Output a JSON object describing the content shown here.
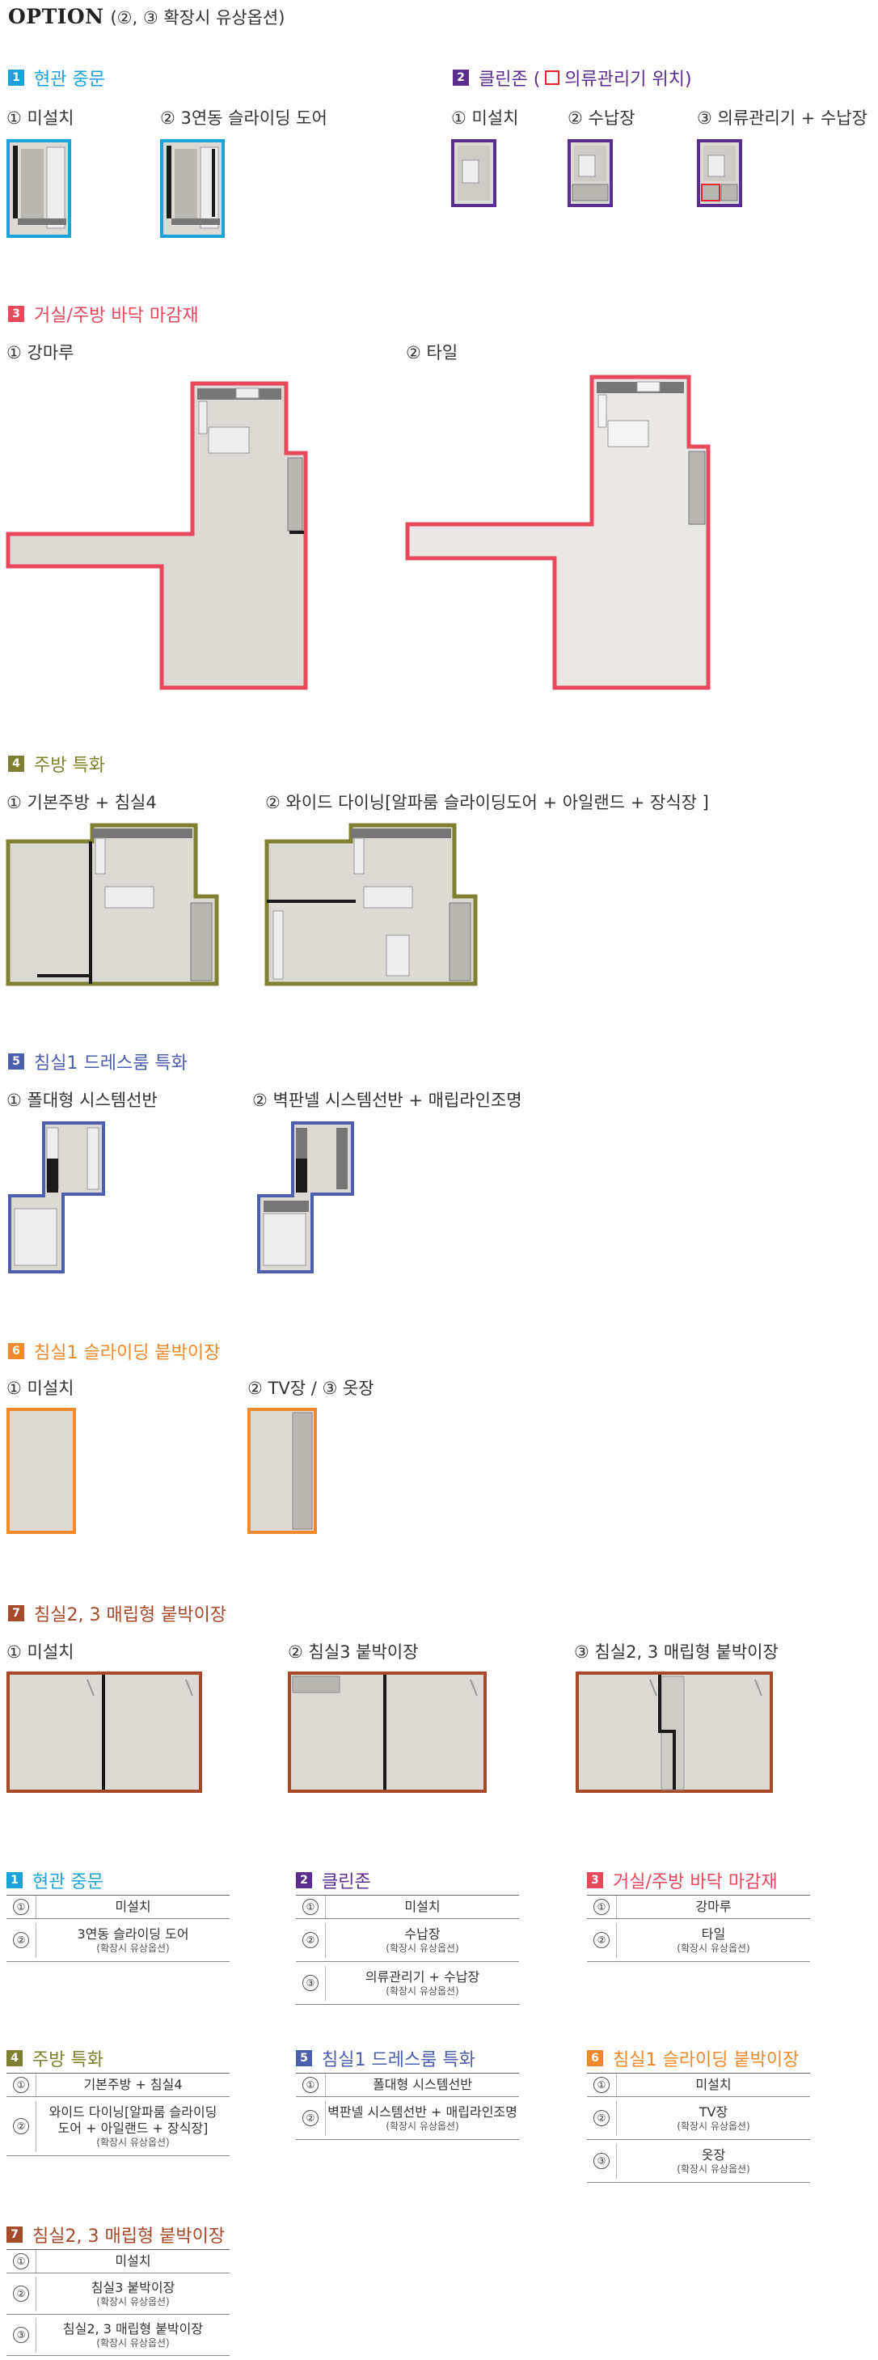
{
  "page": {
    "title_main": "OPTION",
    "title_sub": "(②, ③ 확장시 유상옵션)"
  },
  "colors": {
    "s1": "#1aa3d9",
    "s2": "#5b2d8e",
    "s3": "#e8485c",
    "s4": "#7f8132",
    "s5": "#4b5fad",
    "s6": "#f0892a",
    "s7": "#a54a2a",
    "floor": "#dddad6",
    "counter": "#eeeeee",
    "dark": "#1a1a1a",
    "panel": "#b9b7b2"
  },
  "sections": {
    "s1": {
      "num": "1",
      "title": "현관 중문",
      "opts": [
        "① 미설치",
        "② 3연동 슬라이딩 도어"
      ]
    },
    "s2": {
      "num": "2",
      "title_a": "클린존 (",
      "title_b": "의류관리기 위치)",
      "opts": [
        "① 미설치",
        "② 수납장",
        "③ 의류관리기 + 수납장"
      ]
    },
    "s3": {
      "num": "3",
      "title": "거실/주방 바닥 마감재",
      "opts": [
        "① 강마루",
        "② 타일"
      ]
    },
    "s4": {
      "num": "4",
      "title": "주방 특화",
      "opts": [
        "① 기본주방 + 침실4",
        "② 와이드 다이닝[알파룸 슬라이딩도어 + 아일랜드 + 장식장 ]"
      ]
    },
    "s5": {
      "num": "5",
      "title": "침실1 드레스룸 특화",
      "opts": [
        "① 폴대형 시스템선반",
        "② 벽판넬 시스템선반 + 매립라인조명"
      ]
    },
    "s6": {
      "num": "6",
      "title": "침실1 슬라이딩 붙박이장",
      "opts": [
        "① 미설치",
        "② TV장 / ③ 옷장"
      ]
    },
    "s7": {
      "num": "7",
      "title": "침실2, 3 매립형 붙박이장",
      "opts": [
        "① 미설치",
        "② 침실3 붙박이장",
        "③ 침실2, 3 매립형 붙박이장"
      ]
    }
  },
  "tables": {
    "t1": {
      "num": "1",
      "title": "현관 중문",
      "rows": [
        {
          "idx": "①",
          "val": "미설치",
          "note": ""
        },
        {
          "idx": "②",
          "val": "3연동 슬라이딩 도어",
          "note": "(확장시 유상옵션)"
        }
      ]
    },
    "t2": {
      "num": "2",
      "title": "클린존",
      "rows": [
        {
          "idx": "①",
          "val": "미설치",
          "note": ""
        },
        {
          "idx": "②",
          "val": "수납장",
          "note": "(확장시 유상옵션)"
        },
        {
          "idx": "③",
          "val": "의류관리기 + 수납장",
          "note": "(확장시 유상옵션)"
        }
      ]
    },
    "t3": {
      "num": "3",
      "title": "거실/주방 바닥 마감재",
      "rows": [
        {
          "idx": "①",
          "val": "강마루",
          "note": ""
        },
        {
          "idx": "②",
          "val": "타일",
          "note": "(확장시 유상옵션)"
        }
      ]
    },
    "t4": {
      "num": "4",
      "title": "주방 특화",
      "rows": [
        {
          "idx": "①",
          "val": "기본주방 + 침실4",
          "note": ""
        },
        {
          "idx": "②",
          "val": "와이드 다이닝[알파룸 슬라이딩",
          "val2": "도어 + 아일랜드 + 장식장]",
          "note": "(확장시 유상옵션)"
        }
      ]
    },
    "t5": {
      "num": "5",
      "title": "침실1 드레스룸 특화",
      "rows": [
        {
          "idx": "①",
          "val": "폴대형 시스템선반",
          "note": ""
        },
        {
          "idx": "②",
          "val": "벽판넬 시스템선반 + 매립라인조명",
          "note": "(확장시 유상옵션)"
        }
      ]
    },
    "t6": {
      "num": "6",
      "title": "침실1 슬라이딩 붙박이장",
      "rows": [
        {
          "idx": "①",
          "val": "미설치",
          "note": ""
        },
        {
          "idx": "②",
          "val": "TV장",
          "note": "(확장시 유상옵션)"
        },
        {
          "idx": "③",
          "val": "옷장",
          "note": "(확장시 유상옵션)"
        }
      ]
    },
    "t7": {
      "num": "7",
      "title": "침실2, 3 매립형 붙박이장",
      "rows": [
        {
          "idx": "①",
          "val": "미설치",
          "note": ""
        },
        {
          "idx": "②",
          "val": "침실3 붙박이장",
          "note": "(확장시 유상옵션)"
        },
        {
          "idx": "③",
          "val": "침실2, 3 매립형 붙박이장",
          "note": "(확장시 유상옵션)"
        }
      ]
    }
  }
}
